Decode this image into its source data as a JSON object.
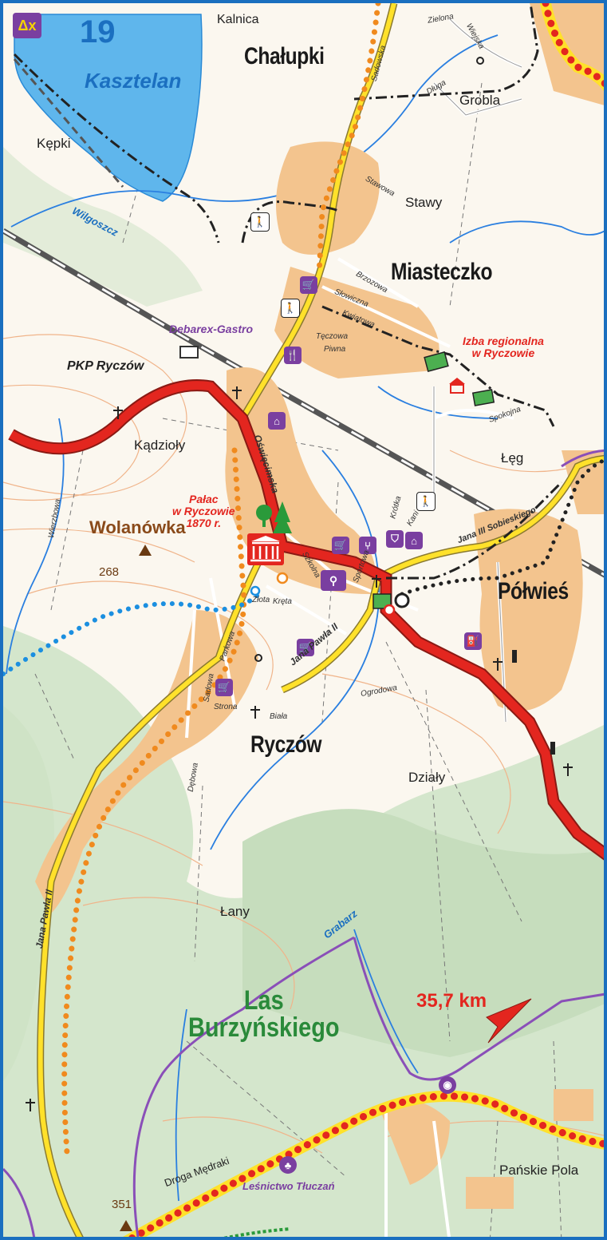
{
  "map": {
    "route_number": "19",
    "route_badge": "Δx",
    "distance": "35,7 km",
    "elevation_a": "268",
    "elevation_b": "351"
  },
  "labels": {
    "kasztelan": "Kasztelan",
    "chalupki": "Chałupki",
    "kalnica": "Kalnica",
    "grobla": "Grobla",
    "kepki": "Kępki",
    "stawy": "Stawy",
    "miasteczko": "Miasteczko",
    "wilgoszcz": "Wilgoszcz",
    "debarex": "Debarex-Gastro",
    "pkp": "PKP Ryczów",
    "izba_line1": "Izba regionalna",
    "izba_line2": "w Ryczowie",
    "kadzioly": "Kądzioły",
    "leg": "Łęg",
    "palac_line1": "Pałac",
    "palac_line2": "w Ryczowie",
    "palac_line3": "1870 r.",
    "wolanowka": "Wolanówka",
    "polwies": "Półwieś",
    "ryczow": "Ryczów",
    "dzialy": "Działy",
    "lany": "Łany",
    "grabarz": "Grabarz",
    "las_line1": "Las",
    "las_line2": "Burzyńskiego",
    "panskie_pola": "Pańskie Pola",
    "droga_medraki": "Droga Mędraki",
    "lesnictwo": "Leśnictwo Tłuczań"
  },
  "streets": {
    "oswiecimska": "Oświęcimska",
    "jana_pawla_1": "Jana Pawła II",
    "jana_pawla_2": "Jana Pawła II",
    "jana_sobieskiego": "Jana III Sobieskiego",
    "slowiczna": "Słowiczna",
    "kwiatowa": "Kwiatowa",
    "teczowa": "Tęczowa",
    "piwna": "Piwna",
    "szkolna": "Szkolna",
    "sportowa": "Sportowa",
    "ogrodowa": "Ogrodowa",
    "biala": "Biała",
    "strona": "Strona",
    "sadowa": "Sadowa",
    "parkowa": "Parkowa",
    "ketta": "Kręta",
    "wierzbowa": "Wierzbowa",
    "dekowa": "Dębowa",
    "stawowa": "Stawowa",
    "brzozowa": "Brzozowa",
    "zielona": "Zielona",
    "wiejska": "Wiejska",
    "dluga": "Długa",
    "sadowska": "Sadowska",
    "spokojna": "Spokojna",
    "krotka": "Krótka",
    "kani": "Kani",
    "zlota": "Złota"
  },
  "colors": {
    "frame": "#1a6fbf",
    "red_road": "#e3261f",
    "yellow_road": "#ffe12a",
    "built_up": "#f3c48e",
    "forest": "#cfe3c6",
    "water": "#5fb6ec",
    "trail_dot": "#f08a1e",
    "blue_trail": "#1b8fe0",
    "purple_trail": "#8a4fb8",
    "river": "#2a7fe0",
    "contour": "#f0b48a"
  }
}
